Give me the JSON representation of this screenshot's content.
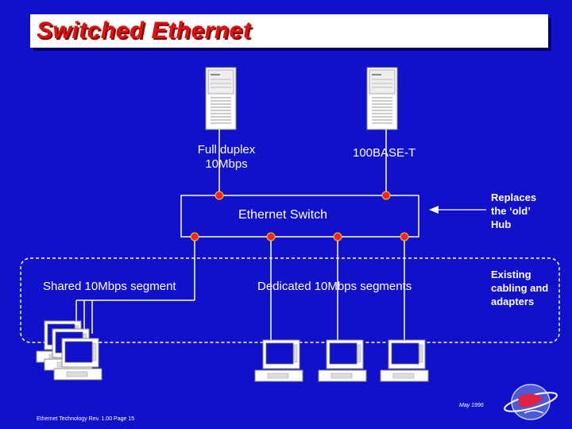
{
  "title": "Switched  Ethernet",
  "labels": {
    "full_duplex_line1": "Full duplex",
    "full_duplex_line2": "10Mbps",
    "base_t": "100BASE-T",
    "switch": "Ethernet Switch",
    "replaces_line1": "Replaces",
    "replaces_line2": "the ‘old’",
    "replaces_line3": "Hub",
    "shared_segment": "Shared 10Mbps segment",
    "dedicated_segments": "Dedicated 10Mbps  segments",
    "existing_line1": "Existing",
    "existing_line2": "cabling and",
    "existing_line3": "adapters"
  },
  "footer": {
    "left": "Ethernet Technology   Rev. 1.00   Page  15",
    "date": "May 1996"
  },
  "colors": {
    "background": "#1111cc",
    "title_text": "#dd1111",
    "port": "#ff2222",
    "line": "#ffffff"
  },
  "icons": [
    "server-icon",
    "workstation-icon",
    "globe-logo-icon"
  ]
}
